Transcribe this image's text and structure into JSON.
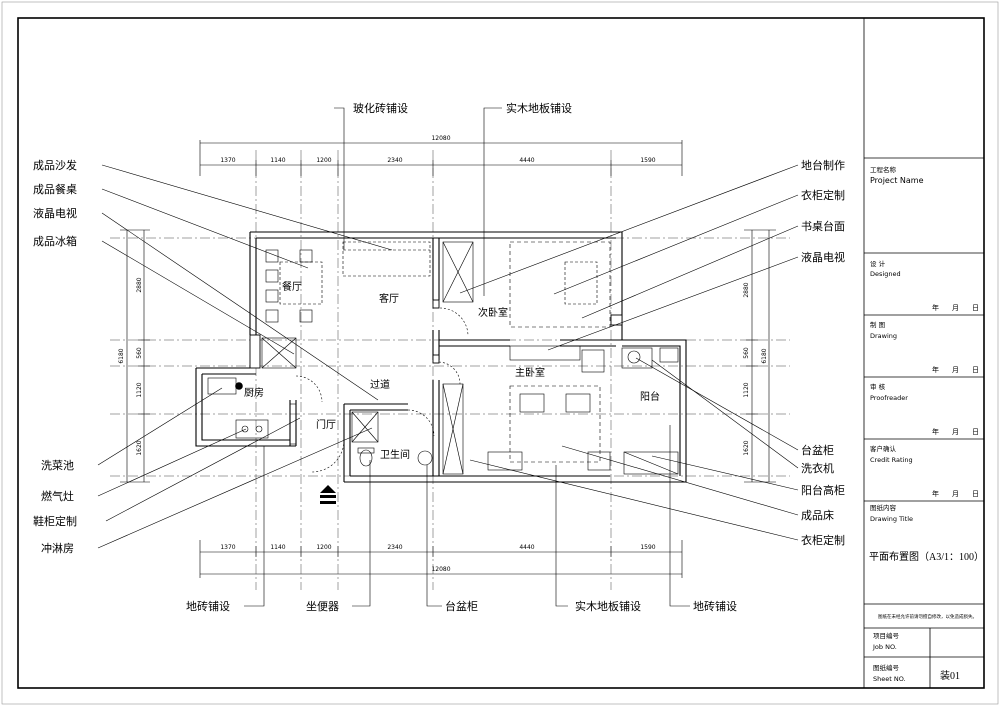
{
  "dimensions": {
    "top_total": "12080",
    "bottom_total": "12080",
    "top_segments": [
      "1370",
      "1140",
      "1200",
      "2340",
      "4440",
      "1590"
    ],
    "bottom_segments": [
      "1370",
      "1140",
      "1200",
      "2340",
      "4440",
      "1590"
    ],
    "left_total": "6180",
    "right_total": "6180",
    "left_segments": [
      "2880",
      "560",
      "1120",
      "1620"
    ],
    "right_segments": [
      "2880",
      "560",
      "1120",
      "1620"
    ]
  },
  "rooms": {
    "dining": "餐厅",
    "living": "客厅",
    "second_bedroom": "次卧室",
    "master_bedroom": "主卧室",
    "kitchen": "厨房",
    "corridor": "过道",
    "foyer": "门厅",
    "bathroom": "卫生间",
    "balcony": "阳台"
  },
  "callouts": {
    "left": [
      "成品沙发",
      "成品餐桌",
      "液晶电视",
      "成品冰箱",
      "洗菜池",
      "燃气灶",
      "鞋柜定制",
      "冲淋房"
    ],
    "top": [
      "玻化砖铺设",
      "实木地板铺设"
    ],
    "right": [
      "地台制作",
      "衣柜定制",
      "书桌台面",
      "液晶电视",
      "台盆柜",
      "洗衣机",
      "阳台高柜",
      "成品床",
      "衣柜定制"
    ],
    "bottom": [
      "地砖铺设",
      "坐便器",
      "台盆柜",
      "实木地板铺设",
      "地砖铺设"
    ]
  },
  "title_block": {
    "project_cn": "工程名称",
    "project_en": "Project Name",
    "design_cn": "设 计",
    "design_en": "Designed",
    "drawing_cn": "制 图",
    "drawing_en": "Drawing",
    "proof_cn": "审 核",
    "proof_en": "Proofreader",
    "credit_cn": "客户确认",
    "credit_en": "Credit Rating",
    "date_year": "年",
    "date_month": "月",
    "date_day": "日",
    "title_cn": "图纸内容",
    "title_en": "Drawing Title",
    "title_value": "平面布置图（A3/1：100）",
    "note": "图纸在未经允许前请勿擅自修改，以免造成损失。",
    "job_cn": "项目编号",
    "job_en": "Job NO.",
    "sheet_cn": "图纸编号",
    "sheet_en": "Sheet NO.",
    "sheet_value": "装01"
  }
}
